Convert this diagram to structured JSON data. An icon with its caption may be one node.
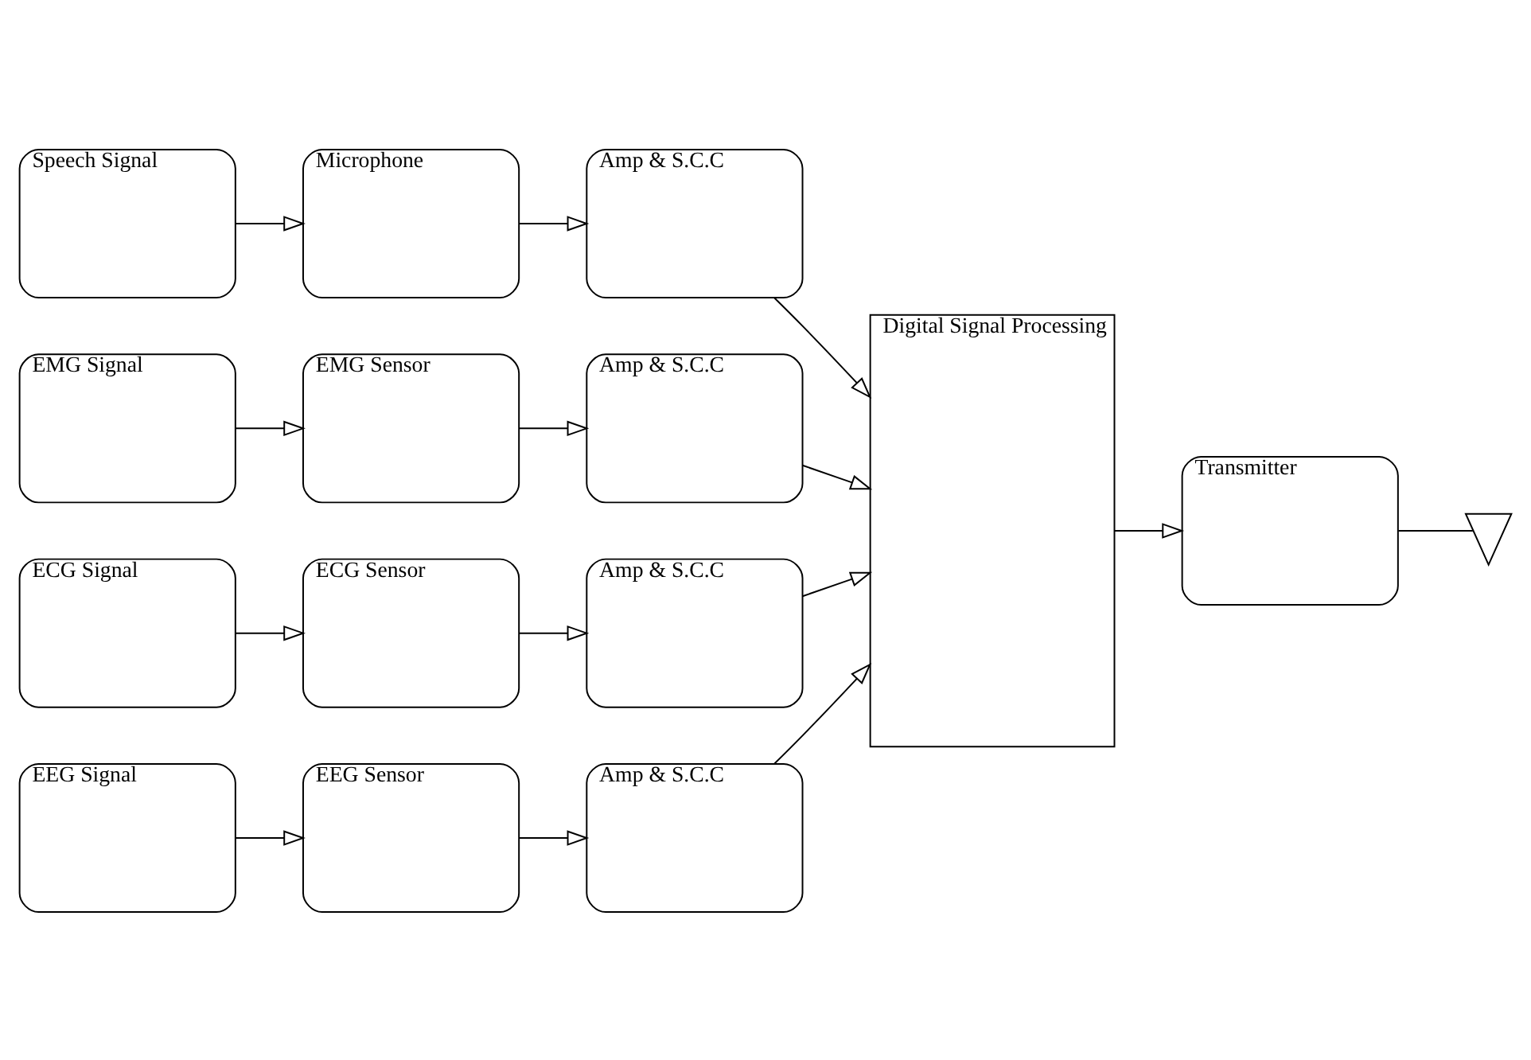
{
  "diagram": {
    "nodes": [
      {
        "text": [
          "Speech Signal"
        ]
      },
      {
        "text": [
          "Microphone"
        ]
      },
      {
        "text": [
          "Amp & S.C.C"
        ]
      },
      {
        "text": [
          "Digital Signal Processing"
        ]
      },
      {
        "text": [
          "EMG Signal"
        ]
      },
      {
        "text": [
          "EMG Sensor"
        ]
      },
      {
        "text": [
          "Amp & S.C.C"
        ]
      },
      {
        "text": [
          "ECG Signal"
        ]
      },
      {
        "text": [
          "ECG Sensor"
        ]
      },
      {
        "text": [
          "Amp & S.C.C"
        ]
      },
      {
        "text": [
          "EEG Signal"
        ]
      },
      {
        "text": [
          "EEG Sensor"
        ]
      },
      {
        "text": [
          "Amp & S.C.C"
        ]
      },
      {
        "text": [
          "Transmitter"
        ]
      },
      {
        "text": [],
        "shape": "antenna"
      }
    ],
    "edges": [
      {
        "from": 0,
        "to": 1,
        "arrow": "to"
      },
      {
        "from": 1,
        "to": 2,
        "arrow": "to"
      },
      {
        "from": 2,
        "to": 3,
        "arrow": "to"
      },
      {
        "from": 4,
        "to": 5,
        "arrow": "to"
      },
      {
        "from": 5,
        "to": 6,
        "arrow": "to"
      },
      {
        "from": 6,
        "to": 3,
        "arrow": "to"
      },
      {
        "from": 7,
        "to": 8,
        "arrow": "to"
      },
      {
        "from": 8,
        "to": 9,
        "arrow": "to"
      },
      {
        "from": 9,
        "to": 3,
        "arrow": "to"
      },
      {
        "from": 10,
        "to": 11,
        "arrow": "to"
      },
      {
        "from": 11,
        "to": 12,
        "arrow": "to"
      },
      {
        "from": 12,
        "to": 3,
        "arrow": "to"
      },
      {
        "from": 3,
        "to": 13,
        "arrow": "to"
      },
      {
        "from": 13,
        "to": 14,
        "arrow": "none"
      }
    ]
  }
}
